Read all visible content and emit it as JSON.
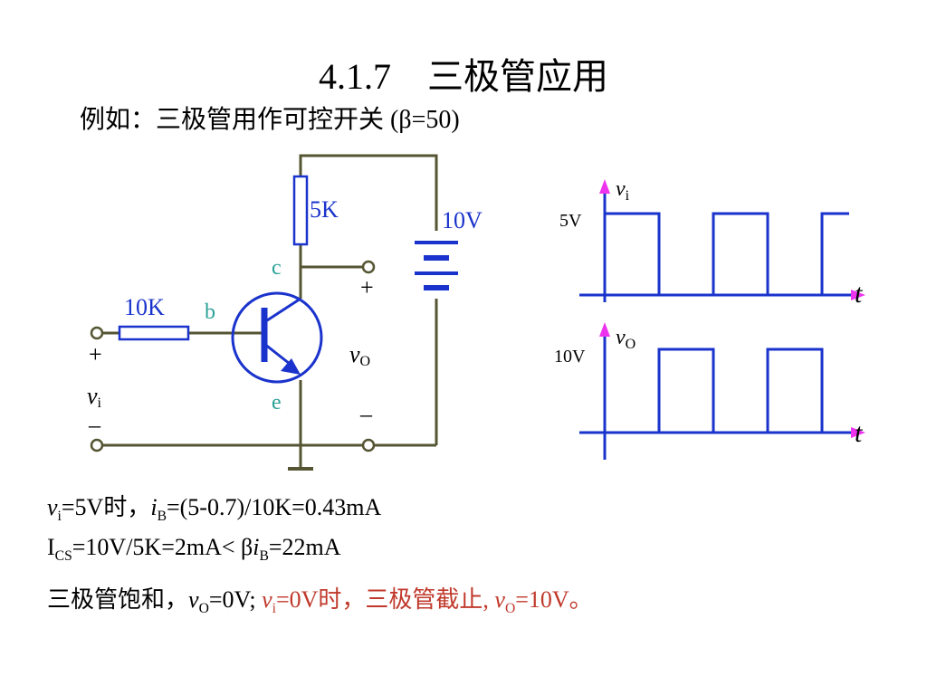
{
  "title": "4.1.7　三极管应用",
  "subtitle": "例如：三极管用作可控开关 (β=50)",
  "circuit": {
    "r_collector": "5K",
    "r_base": "10K",
    "battery": "10V",
    "pin_c": "c",
    "pin_b": "b",
    "pin_e": "e",
    "plus": "+",
    "minus": "–",
    "vi_main": "v",
    "vi_sub": "i",
    "vo_main": "v",
    "vo_sub": "O",
    "colors": {
      "wire": "#555533",
      "component": "#1a33cc",
      "pin_label": "#2aa198"
    }
  },
  "waveforms": {
    "vi": {
      "label_main": "v",
      "label_sub": "i",
      "level": "5V",
      "axis": "t"
    },
    "vo": {
      "label_main": "v",
      "label_sub": "O",
      "level": "10V",
      "axis": "t"
    },
    "colors": {
      "wave": "#1a33cc",
      "arrow": "#ee33ee"
    }
  },
  "analysis": {
    "line1": {
      "v": "v",
      "v_sub": "i",
      "v_rest": "=5V时，",
      "i": "i",
      "i_sub": "B",
      "i_rest": "=(5-0.7)/10K=0.43mA"
    },
    "line2": {
      "a": "I",
      "a_sub": "CS",
      "a_rest": "=10V/5K=2mA< β",
      "i": "i",
      "i_sub": "B",
      "i_rest": "=22mA"
    },
    "line3": {
      "part1": "三极管饱和，",
      "v": "v",
      "v_sub": "O",
      "v_rest": "=0V; ",
      "red_v": "v",
      "red_v_sub": "i",
      "red_rest": "=0V时，三极管截止, ",
      "red_v2": "v",
      "red_v2_sub": "O",
      "red_rest2": "=10V。"
    },
    "colors": {
      "highlight": "#c0392b"
    }
  }
}
